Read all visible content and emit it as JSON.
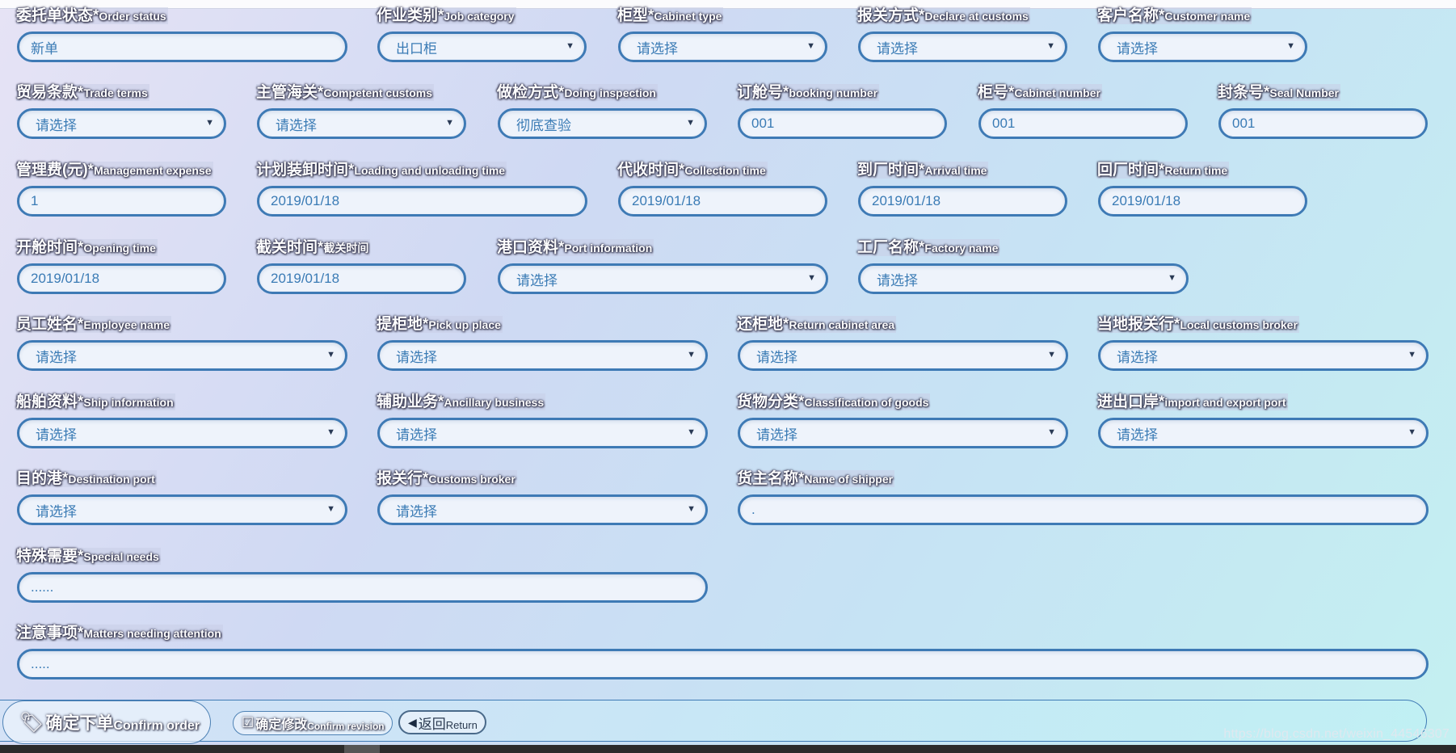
{
  "fields": {
    "order_status": {
      "zh": "委托单状态*",
      "en": "Order status",
      "value": "新单"
    },
    "job_category": {
      "zh": "作业类别*",
      "en": "Job category",
      "value": "出口柜"
    },
    "cabinet_type": {
      "zh": "柜型*",
      "en": "Cabinet type",
      "value": "请选择"
    },
    "declare_customs": {
      "zh": "报关方式*",
      "en": "Declare at customs",
      "value": "请选择"
    },
    "customer_name": {
      "zh": "客户名称*",
      "en": "Customer name",
      "value": "请选择"
    },
    "trade_terms": {
      "zh": "贸易条款*",
      "en": "Trade terms",
      "value": "请选择"
    },
    "competent_customs": {
      "zh": "主管海关*",
      "en": "Competent customs",
      "value": "请选择"
    },
    "doing_inspection": {
      "zh": "做检方式*",
      "en": "Doing inspection",
      "value": "彻底查验"
    },
    "booking_number": {
      "zh": "订舱号*",
      "en": "booking number",
      "value": "001"
    },
    "cabinet_number": {
      "zh": "柜号*",
      "en": "Cabinet number",
      "value": "001"
    },
    "seal_number": {
      "zh": "封条号*",
      "en": "Seal Number",
      "value": "001"
    },
    "management_expense": {
      "zh": "管理费(元)*",
      "en": "Management expense",
      "value": "1"
    },
    "loading_time": {
      "zh": "计划装卸时间*",
      "en": "Loading and unloading time",
      "value": "2019/01/18"
    },
    "collection_time": {
      "zh": "代收时间*",
      "en": "Collection time",
      "value": "2019/01/18"
    },
    "arrival_time": {
      "zh": "到厂时间*",
      "en": "Arrival time",
      "value": "2019/01/18"
    },
    "return_time": {
      "zh": "回厂时间*",
      "en": "Return time",
      "value": "2019/01/18"
    },
    "opening_time": {
      "zh": "开舱时间*",
      "en": "Opening time",
      "value": "2019/01/18"
    },
    "cutoff_time": {
      "zh": "截关时间*",
      "en": "截关时间",
      "value": "2019/01/18"
    },
    "port_information": {
      "zh": "港口资料*",
      "en": "Port information",
      "value": "请选择"
    },
    "factory_name": {
      "zh": "工厂名称*",
      "en": "Factory name",
      "value": "请选择"
    },
    "employee_name": {
      "zh": "员工姓名*",
      "en": "Employee name",
      "value": "请选择"
    },
    "pick_up_place": {
      "zh": "提柜地*",
      "en": "Pick up place",
      "value": "请选择"
    },
    "return_cabinet_area": {
      "zh": "还柜地*",
      "en": "Return cabinet area",
      "value": "请选择"
    },
    "local_customs_broker": {
      "zh": "当地报关行*",
      "en": "Local customs broker",
      "value": "请选择"
    },
    "ship_information": {
      "zh": "船舶资料*",
      "en": "Ship information",
      "value": "请选择"
    },
    "ancillary_business": {
      "zh": "辅助业务*",
      "en": "Ancillary business",
      "value": "请选择"
    },
    "classification_goods": {
      "zh": "货物分类*",
      "en": "Classification of goods",
      "value": "请选择"
    },
    "import_export_port": {
      "zh": "进出口岸*",
      "en": "import and export port",
      "value": "请选择"
    },
    "destination_port": {
      "zh": "目的港*",
      "en": "Destination port",
      "value": "请选择"
    },
    "customs_broker": {
      "zh": "报关行*",
      "en": "Customs broker",
      "value": "请选择"
    },
    "name_of_shipper": {
      "zh": "货主名称*",
      "en": "Name of shipper",
      "value": "."
    },
    "special_needs": {
      "zh": "特殊需要*",
      "en": "Special needs",
      "value": "......"
    },
    "matters_attention": {
      "zh": "注意事项*",
      "en": "Matters needing attention",
      "value": "....."
    }
  },
  "buttons": {
    "confirm_order": {
      "zh": "确定下单",
      "en": "Confirm order"
    },
    "confirm_revision": {
      "zh": "确定修改",
      "en": "Confirm revision"
    },
    "return": {
      "zh": "返回",
      "en": "Return"
    }
  },
  "watermark": "https://blog.csdn.net/weixin_44546307"
}
